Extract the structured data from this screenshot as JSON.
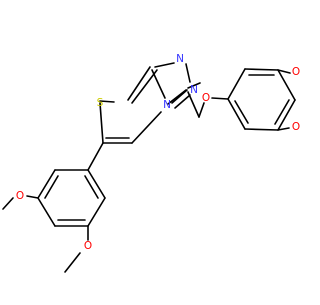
{
  "colors": {
    "background": "#ffffff",
    "bond": "#000000",
    "nitrogen": "#3333ff",
    "oxygen": "#ff0000",
    "sulfur": "#cccc00"
  },
  "atoms": [
    {
      "id": "s1",
      "element": "S",
      "label": "S"
    },
    {
      "id": "n1",
      "element": "N",
      "label": "N"
    },
    {
      "id": "n2",
      "element": "N",
      "label": "N"
    },
    {
      "id": "n3",
      "element": "N",
      "label": "N"
    },
    {
      "id": "o1",
      "element": "O",
      "label": "O"
    },
    {
      "id": "o2",
      "element": "O",
      "label": "O"
    },
    {
      "id": "o3",
      "element": "O",
      "label": "O"
    },
    {
      "id": "o4",
      "element": "O",
      "label": "O"
    },
    {
      "id": "o5",
      "element": "O",
      "label": "O"
    }
  ]
}
